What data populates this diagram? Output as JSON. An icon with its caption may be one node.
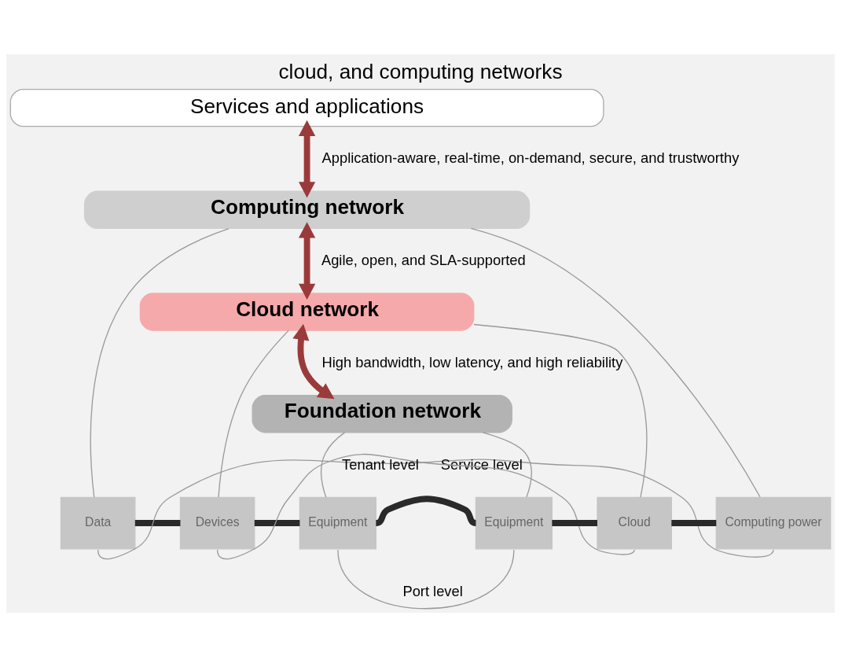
{
  "diagram": {
    "title": "cloud, and computing networks",
    "nodes": [
      {
        "text": [
          "Services and applications"
        ]
      },
      {
        "text": [
          "Computing network"
        ]
      },
      {
        "text": [
          "Cloud network"
        ]
      },
      {
        "text": [
          "Foundation network"
        ]
      },
      {
        "text": [
          "Data"
        ]
      },
      {
        "text": [
          "Devices"
        ]
      },
      {
        "text": [
          "Equipment"
        ]
      },
      {
        "text": [
          "Equipment"
        ]
      },
      {
        "text": [
          "Cloud"
        ]
      },
      {
        "text": [
          "Computing power"
        ]
      }
    ],
    "edges": [
      {
        "from": 0,
        "to": 1,
        "arrow": "both",
        "label": "Application-aware, real-time, on-demand, secure, and trustworthy",
        "style": "thick",
        "color": "#9b3a3a"
      },
      {
        "from": 1,
        "to": 2,
        "arrow": "both",
        "label": "Agile, open, and SLA-supported",
        "style": "thick",
        "color": "#9b3a3a"
      },
      {
        "from": 2,
        "to": 3,
        "arrow": "both",
        "label": "High bandwidth, low latency, and high reliability",
        "style": "thick",
        "color": "#9b3a3a"
      },
      {
        "from": 1,
        "to": 4,
        "arrow": "none"
      },
      {
        "from": 1,
        "to": 9,
        "arrow": "none"
      },
      {
        "from": 2,
        "to": 5,
        "arrow": "none"
      },
      {
        "from": 2,
        "to": 8,
        "arrow": "none"
      },
      {
        "from": 3,
        "to": 6,
        "arrow": "none"
      },
      {
        "from": 3,
        "to": 7,
        "arrow": "none"
      },
      {
        "from": 4,
        "to": 5,
        "arrow": "none",
        "style": "thick",
        "color": "#2a2a2a"
      },
      {
        "from": 5,
        "to": 6,
        "arrow": "none",
        "style": "thick",
        "color": "#2a2a2a"
      },
      {
        "from": 6,
        "to": 7,
        "arrow": "none",
        "style": "thick",
        "color": "#2a2a2a"
      },
      {
        "from": 7,
        "to": 8,
        "arrow": "none",
        "style": "thick",
        "color": "#2a2a2a"
      },
      {
        "from": 8,
        "to": 9,
        "arrow": "none",
        "style": "thick",
        "color": "#2a2a2a"
      },
      {
        "from": 6,
        "to": 7,
        "arrow": "none",
        "label": "Port level"
      },
      {
        "from": 5,
        "to": 8,
        "arrow": "none",
        "label": "Tenant level"
      },
      {
        "from": 4,
        "to": 9,
        "arrow": "none",
        "label": "Service level"
      }
    ]
  }
}
